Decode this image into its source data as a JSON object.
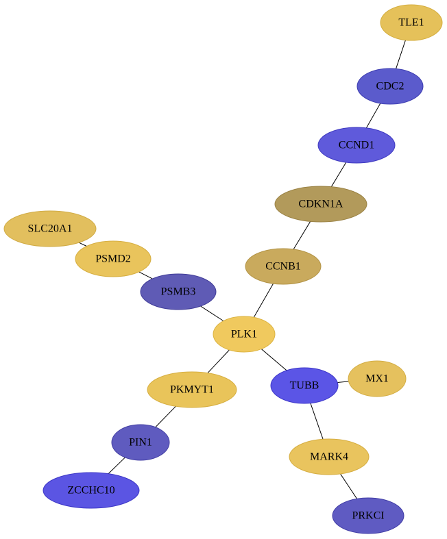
{
  "graph": {
    "nodes": [
      {
        "id": "TLE1",
        "label": "TLE1",
        "fill": "#e5c15a",
        "stroke": "#d4ad3d"
      },
      {
        "id": "CDC2",
        "label": "CDC2",
        "fill": "#5b5bcc",
        "stroke": "#3d3db0"
      },
      {
        "id": "CCND1",
        "label": "CCND1",
        "fill": "#5f5adb",
        "stroke": "#3f3ac0"
      },
      {
        "id": "CDKN1A",
        "label": "CDKN1A",
        "fill": "#b29a5b",
        "stroke": "#9a8245"
      },
      {
        "id": "SLC20A1",
        "label": "SLC20A1",
        "fill": "#e2bf5e",
        "stroke": "#d0ab45"
      },
      {
        "id": "PSMD2",
        "label": "PSMD2",
        "fill": "#e9c45c",
        "stroke": "#d6ae40"
      },
      {
        "id": "CCNB1",
        "label": "CCNB1",
        "fill": "#c9aa5d",
        "stroke": "#b39447"
      },
      {
        "id": "PSMB3",
        "label": "PSMB3",
        "fill": "#5f5bb5",
        "stroke": "#413d98"
      },
      {
        "id": "PLK1",
        "label": "PLK1",
        "fill": "#f0c95e",
        "stroke": "#dcb443"
      },
      {
        "id": "PKMYT1",
        "label": "PKMYT1",
        "fill": "#e9c45a",
        "stroke": "#d6ae40"
      },
      {
        "id": "TUBB",
        "label": "TUBB",
        "fill": "#5b55e6",
        "stroke": "#3c36c8"
      },
      {
        "id": "MX1",
        "label": "MX1",
        "fill": "#e5c15e",
        "stroke": "#d2ac42"
      },
      {
        "id": "PIN1",
        "label": "PIN1",
        "fill": "#5f5bbf",
        "stroke": "#413da2"
      },
      {
        "id": "MARK4",
        "label": "MARK4",
        "fill": "#e9c45e",
        "stroke": "#d6ae42"
      },
      {
        "id": "ZCCHC10",
        "label": "ZCCHC10",
        "fill": "#5b55e3",
        "stroke": "#3c36c5"
      },
      {
        "id": "PRKCI",
        "label": "PRKCI",
        "fill": "#5f5bc2",
        "stroke": "#413da5"
      }
    ],
    "edges": [
      {
        "source": "TLE1",
        "target": "CDC2"
      },
      {
        "source": "CDC2",
        "target": "CCND1"
      },
      {
        "source": "CCND1",
        "target": "CDKN1A"
      },
      {
        "source": "CDKN1A",
        "target": "CCNB1"
      },
      {
        "source": "CCNB1",
        "target": "PLK1"
      },
      {
        "source": "SLC20A1",
        "target": "PSMD2"
      },
      {
        "source": "PSMD2",
        "target": "PSMB3"
      },
      {
        "source": "PSMB3",
        "target": "PLK1"
      },
      {
        "source": "PLK1",
        "target": "PKMYT1"
      },
      {
        "source": "PLK1",
        "target": "TUBB"
      },
      {
        "source": "TUBB",
        "target": "MX1"
      },
      {
        "source": "TUBB",
        "target": "MARK4"
      },
      {
        "source": "PKMYT1",
        "target": "PIN1"
      },
      {
        "source": "PIN1",
        "target": "ZCCHC10"
      },
      {
        "source": "MARK4",
        "target": "PRKCI"
      }
    ]
  }
}
